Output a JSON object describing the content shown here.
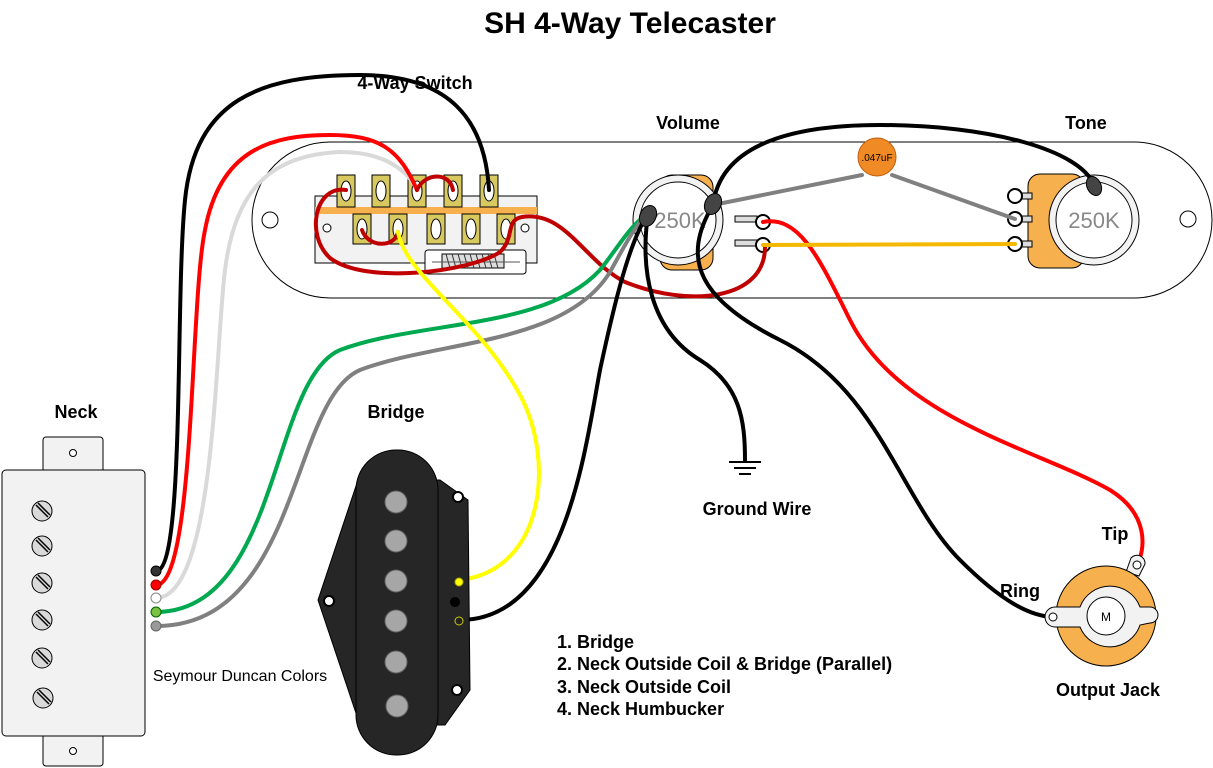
{
  "title": "SH 4-Way Telecaster",
  "labels": {
    "switch": "4-Way Switch",
    "volume": "Volume",
    "tone": "Tone",
    "neck": "Neck",
    "bridge": "Bridge",
    "ground": "Ground Wire",
    "tip": "Tip",
    "ring": "Ring",
    "jack": "Output Jack",
    "colors_note": "Seymour Duncan Colors"
  },
  "components": {
    "volume_value": "250K",
    "tone_value": "250K",
    "capacitor_value": ".047uF",
    "jack_mark": "M"
  },
  "positions": [
    "1. Bridge",
    "2. Neck Outside Coil & Bridge (Parallel)",
    "3. Neck Outside Coil",
    "4. Neck Humbucker"
  ],
  "colors": {
    "black": "#000000",
    "red": "#ff0000",
    "dark_red": "#c00000",
    "white_wire": "#d9d9d9",
    "green": "#00a84f",
    "gray": "#808080",
    "yellow": "#ffff00",
    "amber": "#f5b800",
    "pot_back": "#f6b04e",
    "lug_gold": "#d8c860"
  }
}
